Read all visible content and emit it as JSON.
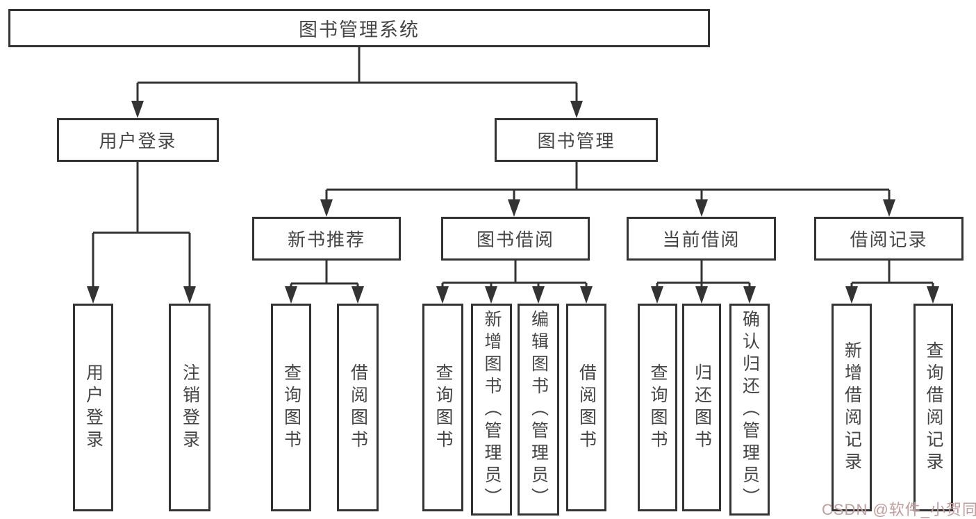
{
  "title": "图书管理系统",
  "nodes": {
    "root": "图书管理系统",
    "l2": [
      "用户登录",
      "图书管理"
    ],
    "l3": [
      "新书推荐",
      "图书借阅",
      "当前借阅",
      "借阅记录"
    ],
    "leaves": [
      "用户登录",
      "注销登录",
      "查询图书",
      "借阅图书",
      "查询图书",
      "新增图书（管理员）",
      "编辑图书（管理员）",
      "借阅图书",
      "查询图书",
      "归还图书",
      "确认归还（管理员）",
      "新增借阅记录",
      "查询借阅记录"
    ]
  },
  "watermark": "CSDN @软件_小贺同学",
  "colors": {
    "line": "#333333",
    "text": "#454545",
    "box_fill": "#ffffff",
    "watermark": "#c49b9b",
    "background": "#ffffff"
  }
}
